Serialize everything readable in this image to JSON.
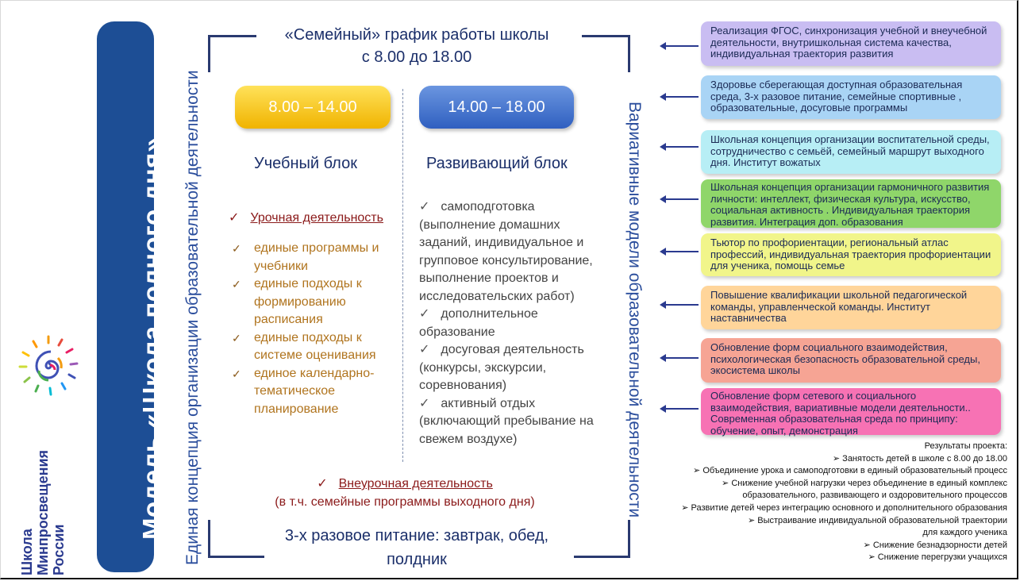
{
  "school": {
    "line1": "Школа",
    "line2": "Минпросвещения",
    "line3": "России"
  },
  "model_title": "Модель «Школа полного дня»",
  "left_vertical": "Единая концепция организации образовательной деятельности",
  "right_vertical": "Вариативные модели образовательной деятельности",
  "schedule": {
    "title_line1": "«Семейный» график  работы школы",
    "title_line2": "с 8.00 до 18.00"
  },
  "time_left": "8.00 – 14.00",
  "time_right": "14.00 – 18.00",
  "block_left_title": "Учебный блок",
  "block_right_title": "Развивающий блок",
  "urok_label": "Урочная деятельность",
  "left_items": [
    {
      "text": "единые программы и учебники"
    },
    {
      "text": "единые подходы к формированию расписания"
    },
    {
      "text": "единые подходы к системе оценивания"
    },
    {
      "text": "единое календарно-тематическое планирование"
    }
  ],
  "right_items": [
    {
      "text": "самоподготовка (выполнение домашних заданий, индивидуальное и групповое консультирование, выполнение проектов и исследовательских работ)"
    },
    {
      "text": "дополнительное образование"
    },
    {
      "text": "досуговая деятельность  (конкурсы, экскурсии, соревнования)"
    },
    {
      "text": "активный отдых (включающий пребывание на свежем воздухе)"
    }
  ],
  "vneur_label": "Внеурочная деятельность",
  "vneur_sub": "(в т.ч. семейные программы выходного дня)",
  "meal": "3-х разовое питание: завтрак, обед, полдник",
  "boxes": [
    {
      "text": "Реализация ФГОС, синхронизация учебной и внеучебной деятельности,  внутришкольная система качества, индивидуальная траектория развития",
      "color": "#c9bdf2"
    },
    {
      "text": "Здоровье  сберегающая доступная образовательная среда, 3-х разовое питание,  семейные спортивные , образовательные, досуговые программы",
      "color": "#a9d4f5"
    },
    {
      "text": "Школьная концепция организации воспитательной среды, сотрудничество с семьёй, семейный маршрут выходного дня. Институт вожатых",
      "color": "#b7eef5"
    },
    {
      "text": "Школьная концепция организации  гармоничного развития личности: интеллект, физическая культура, искусство, социальная активность . Индивидуальная траектория развития.  Интеграция доп. образования",
      "color": "#8fd66a"
    },
    {
      "text": "Тьютор по профориентации, региональный атлас профессий,  индивидуальная траектория профориентации для ученика, помощь семье",
      "color": "#f1f58a"
    },
    {
      "text": "Повышение квалификации  школьной педагогической команды, управленческой команды. Институт наставничества",
      "color": "#ffd59a"
    },
    {
      "text": "Обновление форм социального взаимодействия, психологическая безопасность образовательной среды, экосистема школы",
      "color": "#f6a494"
    },
    {
      "text": "Обновление форм сетевого и социального взаимодействия, вариативные модели деятельности..  Современная образовательная среда по принципу: обучение, опыт, демонстрация",
      "color": "#f772b4"
    }
  ],
  "results": {
    "title": "Результаты проекта:",
    "items": [
      "Занятость детей в школе с 8.00 до 18.00",
      "Объединение урока и самоподготовки в единый образовательный процесс",
      "Снижение учебной нагрузки через объединение в единый комплекс",
      "образовательного, развивающего и оздоровительного процессов",
      "Развитие детей через интеграцию основного и дополнительного образования",
      "Выстраивание индивидуальной образовательной траектории",
      "для каждого  ученика",
      "Снижение безнадзорности детей",
      "Снижение перегрузки учащихся"
    ]
  }
}
